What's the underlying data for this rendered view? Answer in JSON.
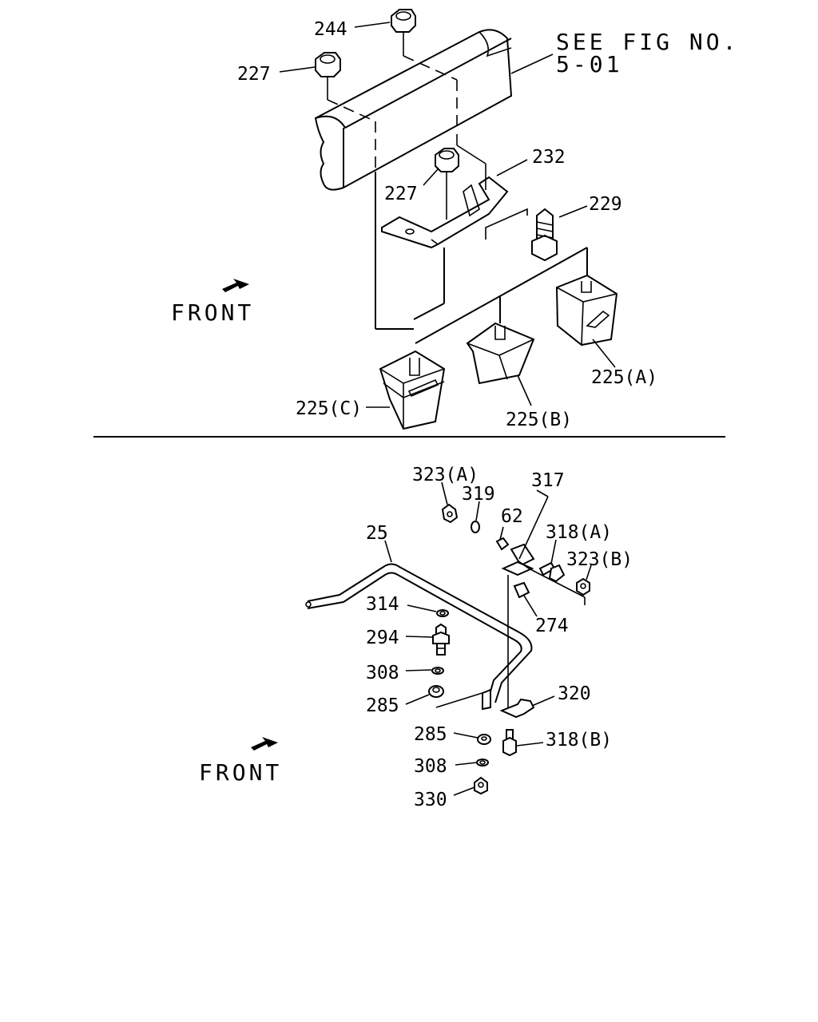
{
  "upper": {
    "see_fig_line1": "SEE FIG NO.",
    "see_fig_line2": "5-01",
    "front": "FRONT",
    "labels": {
      "p244": "244",
      "p227a": "227",
      "p227b": "227",
      "p232": "232",
      "p229": "229",
      "p225a": "225(A)",
      "p225b": "225(B)",
      "p225c": "225(C)"
    }
  },
  "lower": {
    "front": "FRONT",
    "labels": {
      "p323a": "323(A)",
      "p319": "319",
      "p317": "317",
      "p62": "62",
      "p318a": "318(A)",
      "p323b": "323(B)",
      "p25": "25",
      "p314": "314",
      "p294": "294",
      "p274": "274",
      "p308a": "308",
      "p285a": "285",
      "p320": "320",
      "p285b": "285",
      "p318b": "318(B)",
      "p308b": "308",
      "p330": "330"
    }
  }
}
